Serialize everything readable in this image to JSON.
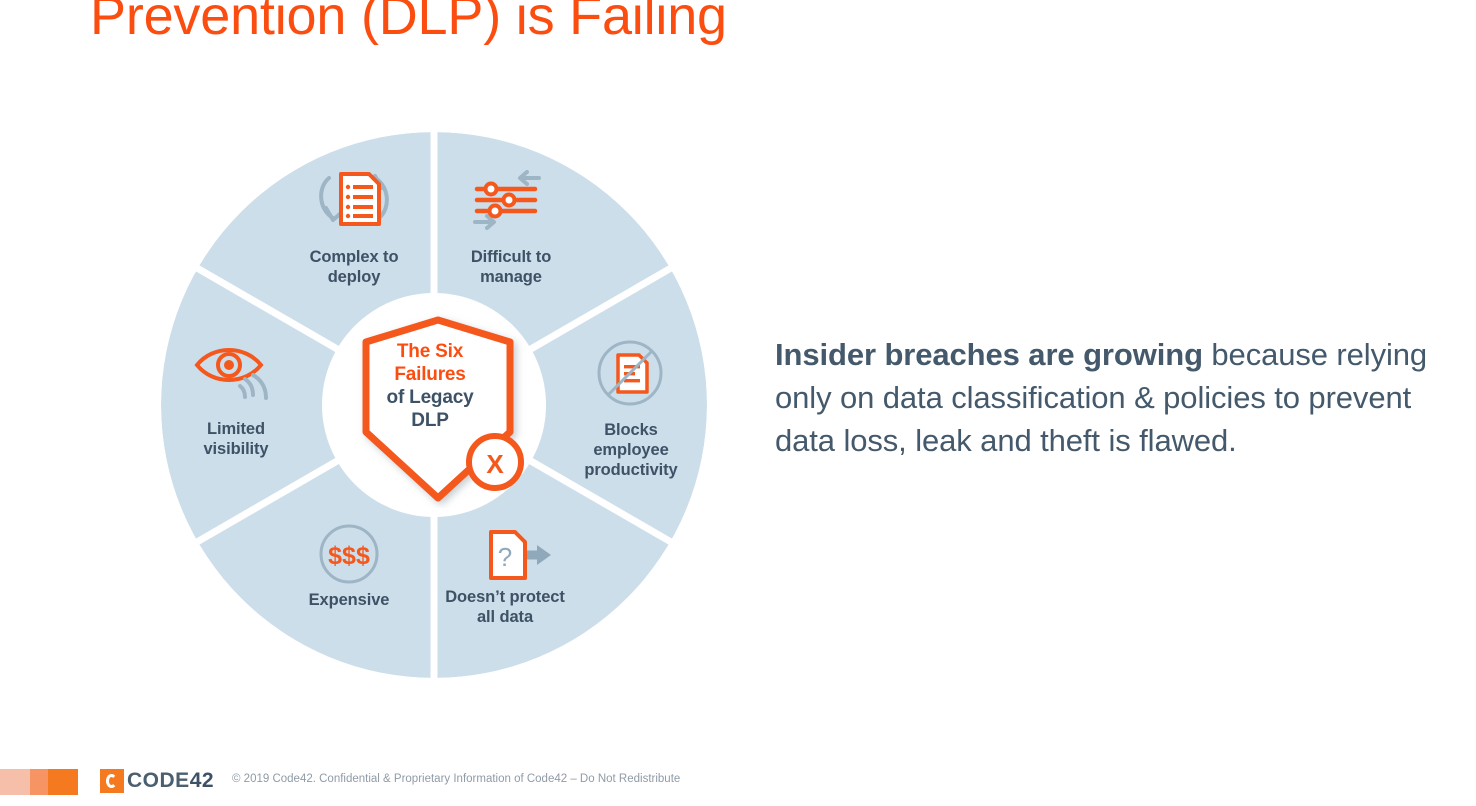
{
  "slide": {
    "title": "Prevention (DLP) is Failing"
  },
  "wheel": {
    "center_shield": {
      "line1": "The Six",
      "line2": "Failures",
      "line3": "of Legacy",
      "line4": "DLP",
      "badge": "X"
    },
    "colors": {
      "segment_fill": "#cddeeb",
      "accent_orange": "#fb4d10",
      "text_navy": "#3d5266",
      "icon_gray": "#9db5c4"
    },
    "segments": [
      {
        "id": "complex-to-deploy",
        "label_line1": "Complex to",
        "label_line2": "deploy",
        "icon": "document-refresh-icon"
      },
      {
        "id": "difficult-to-manage",
        "label_line1": "Difficult to",
        "label_line2": "manage",
        "icon": "sliders-icon"
      },
      {
        "id": "blocks-productivity",
        "label_line1": "Blocks",
        "label_line2": "employee",
        "label_line3": "productivity",
        "icon": "document-blocked-icon"
      },
      {
        "id": "doesnt-protect",
        "label_line1": "Doesn’t protect",
        "label_line2": "all data",
        "icon": "document-question-arrow-icon"
      },
      {
        "id": "expensive",
        "label_line1": "Expensive",
        "label_line2": "",
        "icon": "dollar-circle-icon",
        "icon_text": "$$$"
      },
      {
        "id": "limited-visibility",
        "label_line1": "Limited",
        "label_line2": "visibility",
        "icon": "eye-signal-icon"
      }
    ]
  },
  "body": {
    "lead": "Insider breaches are growing",
    "rest": " because relying only on data classification & policies to prevent data loss, leak and theft is flawed."
  },
  "footer": {
    "logo_text": "CODE",
    "logo_number": "42",
    "copyright": "© 2019 Code42. Confidential & Proprietary Information of Code42 – Do Not Redistribute"
  }
}
